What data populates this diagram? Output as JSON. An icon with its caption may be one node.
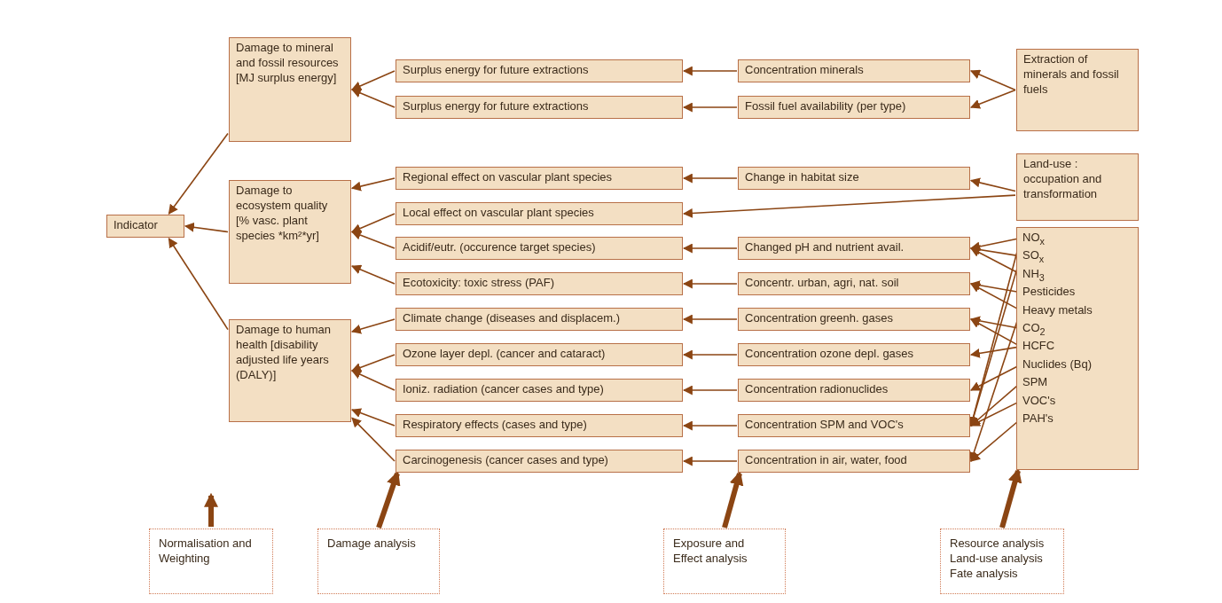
{
  "diagram": {
    "nodes": [
      {
        "text": [
          "Indicator"
        ]
      },
      {
        "text": [
          "Damage to mineral and fossil resources [MJ surplus energy]"
        ]
      },
      {
        "text": [
          "Damage to ecosystem quality [% vasc. plant species *km²*yr]"
        ]
      },
      {
        "text": [
          "Damage to human health [disability adjusted life years (DALY)]"
        ]
      },
      {
        "text": [
          "Surplus energy for future extractions"
        ]
      },
      {
        "text": [
          "Surplus energy for future extractions"
        ]
      },
      {
        "text": [
          "Regional effect on vascular plant species"
        ]
      },
      {
        "text": [
          "Local effect on vascular plant species"
        ]
      },
      {
        "text": [
          "Acidif/eutr. (occurence target species)"
        ]
      },
      {
        "text": [
          "Ecotoxicity: toxic stress (PAF)"
        ]
      },
      {
        "text": [
          "Climate change (diseases and displacem.)"
        ]
      },
      {
        "text": [
          "Ozone layer depl. (cancer and cataract)"
        ]
      },
      {
        "text": [
          "Ioniz. radiation (cancer cases and type)"
        ]
      },
      {
        "text": [
          "Respiratory effects (cases and type)"
        ]
      },
      {
        "text": [
          "Carcinogenesis (cancer cases and type)"
        ]
      },
      {
        "text": [
          "Concentration minerals"
        ]
      },
      {
        "text": [
          "Fossil fuel availability (per type)"
        ]
      },
      {
        "text": [
          "Change in habitat size"
        ]
      },
      {
        "text": [
          "Changed pH and nutrient avail."
        ]
      },
      {
        "text": [
          "Concentr. urban, agri, nat. soil"
        ]
      },
      {
        "text": [
          "Concentration greenh. gases"
        ]
      },
      {
        "text": [
          "Concentration ozone depl. gases"
        ]
      },
      {
        "text": [
          "Concentration radionuclides"
        ]
      },
      {
        "text": [
          "Concentration SPM and VOC's"
        ]
      },
      {
        "text": [
          "Concentration in air, water, food"
        ]
      },
      {
        "text": [
          "Extraction of minerals and fossil fuels"
        ]
      },
      {
        "text": [
          "Land-use : occupation and transformation"
        ]
      },
      {
        "text": [],
        "shape": "box"
      },
      {
        "text": [
          "NO$_{x}$"
        ],
        "in": 27
      },
      {
        "text": [
          "SO$_{x}$"
        ],
        "in": 27
      },
      {
        "text": [
          "NH$_{3}$"
        ],
        "in": 27
      },
      {
        "text": [
          "Pesticides"
        ],
        "in": 27
      },
      {
        "text": [
          "Heavy metals"
        ],
        "in": 27
      },
      {
        "text": [
          "CO$_{2}$"
        ],
        "in": 27
      },
      {
        "text": [
          "HCFC"
        ],
        "in": 27
      },
      {
        "text": [
          "Nuclides (Bq)"
        ],
        "in": 27
      },
      {
        "text": [
          "SPM"
        ],
        "in": 27
      },
      {
        "text": [
          "VOC's"
        ],
        "in": 27
      },
      {
        "text": [
          "PAH's"
        ],
        "in": 27
      },
      {
        "text": [
          "Normalisation and Weighting"
        ]
      },
      {
        "text": [
          "Damage analysis"
        ]
      },
      {
        "text": [
          "Exposure and Effect analysis"
        ]
      },
      {
        "text": [
          "Resource analysis",
          "Land-use analysis",
          "Fate analysis"
        ]
      }
    ],
    "edges": [
      {
        "from": 1,
        "to": 0,
        "arrow": "to"
      },
      {
        "from": 2,
        "to": 0,
        "arrow": "to"
      },
      {
        "from": 3,
        "to": 0,
        "arrow": "to"
      },
      {
        "from": 4,
        "to": 1,
        "arrow": "to"
      },
      {
        "from": 5,
        "to": 1,
        "arrow": "to"
      },
      {
        "from": 6,
        "to": 2,
        "arrow": "to"
      },
      {
        "from": 7,
        "to": 2,
        "arrow": "to"
      },
      {
        "from": 8,
        "to": 2,
        "arrow": "to"
      },
      {
        "from": 9,
        "to": 2,
        "arrow": "to"
      },
      {
        "from": 10,
        "to": 3,
        "arrow": "to"
      },
      {
        "from": 11,
        "to": 3,
        "arrow": "to"
      },
      {
        "from": 12,
        "to": 3,
        "arrow": "to"
      },
      {
        "from": 13,
        "to": 3,
        "arrow": "to"
      },
      {
        "from": 14,
        "to": 3,
        "arrow": "to"
      },
      {
        "from": 15,
        "to": 4,
        "arrow": "to"
      },
      {
        "from": 16,
        "to": 5,
        "arrow": "to"
      },
      {
        "from": 17,
        "to": 6,
        "arrow": "to"
      },
      {
        "from": 18,
        "to": 8,
        "arrow": "to"
      },
      {
        "from": 19,
        "to": 9,
        "arrow": "to"
      },
      {
        "from": 20,
        "to": 10,
        "arrow": "to"
      },
      {
        "from": 21,
        "to": 11,
        "arrow": "to"
      },
      {
        "from": 22,
        "to": 12,
        "arrow": "to"
      },
      {
        "from": 23,
        "to": 13,
        "arrow": "to"
      },
      {
        "from": 24,
        "to": 14,
        "arrow": "to"
      },
      {
        "from": 25,
        "to": 15,
        "arrow": "to"
      },
      {
        "from": 25,
        "to": 16,
        "arrow": "to"
      },
      {
        "from": 26,
        "to": 17,
        "arrow": "to"
      },
      {
        "from": 26,
        "to": 7,
        "arrow": "to"
      },
      {
        "from": 28,
        "to": 18,
        "arrow": "to"
      },
      {
        "from": 29,
        "to": 18,
        "arrow": "to"
      },
      {
        "from": 30,
        "to": 18,
        "arrow": "to"
      },
      {
        "from": 31,
        "to": 19,
        "arrow": "to"
      },
      {
        "from": 32,
        "to": 19,
        "arrow": "to"
      },
      {
        "from": 33,
        "to": 20,
        "arrow": "to"
      },
      {
        "from": 34,
        "to": 20,
        "arrow": "to"
      },
      {
        "from": 34,
        "to": 21,
        "arrow": "to"
      },
      {
        "from": 35,
        "to": 22,
        "arrow": "to"
      },
      {
        "from": 36,
        "to": 23,
        "arrow": "to"
      },
      {
        "from": 37,
        "to": 23,
        "arrow": "to"
      },
      {
        "from": 28,
        "to": 23,
        "arrow": "to"
      },
      {
        "from": 29,
        "to": 23,
        "arrow": "to"
      },
      {
        "from": 32,
        "to": 24,
        "arrow": "to"
      },
      {
        "from": 38,
        "to": 24,
        "arrow": "to"
      },
      {
        "from": 39,
        "to": null,
        "arrow": "to",
        "style": "thick"
      },
      {
        "from": 40,
        "to": 14,
        "arrow": "to",
        "style": "thick"
      },
      {
        "from": 41,
        "to": 24,
        "arrow": "to",
        "style": "thick"
      },
      {
        "from": 42,
        "to": 27,
        "arrow": "to",
        "style": "thick"
      }
    ]
  }
}
